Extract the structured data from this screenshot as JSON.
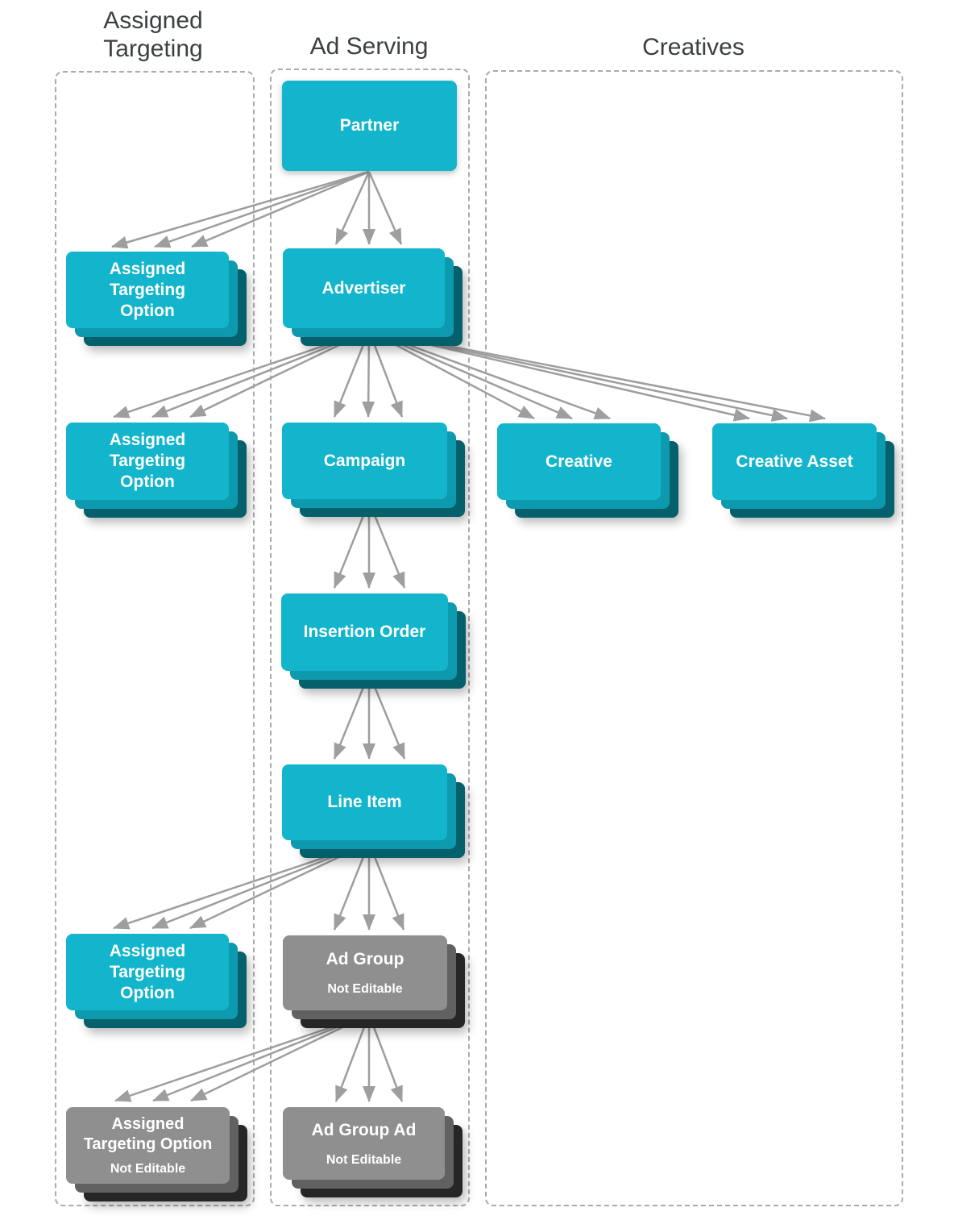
{
  "headers": {
    "assigned_targeting": "Assigned\nTargeting",
    "ad_serving": "Ad Serving",
    "creatives": "Creatives"
  },
  "nodes": {
    "partner": {
      "label": "Partner",
      "editable": true
    },
    "advertiser": {
      "label": "Advertiser",
      "editable": true
    },
    "ato_partner": {
      "label": "Assigned\nTargeting\nOption",
      "editable": true
    },
    "ato_advertiser": {
      "label": "Assigned\nTargeting\nOption",
      "editable": true
    },
    "campaign": {
      "label": "Campaign",
      "editable": true
    },
    "creative": {
      "label": "Creative",
      "editable": true
    },
    "creative_asset": {
      "label": "Creative Asset",
      "editable": true
    },
    "insertion_order": {
      "label": "Insertion Order",
      "editable": true
    },
    "line_item": {
      "label": "Line Item",
      "editable": true
    },
    "ato_line_item": {
      "label": "Assigned\nTargeting\nOption",
      "editable": true
    },
    "ad_group": {
      "label": "Ad Group",
      "note": "Not Editable",
      "editable": false
    },
    "ato_ad_group": {
      "label": "Assigned\nTargeting Option",
      "note": "Not Editable",
      "editable": false
    },
    "ad_group_ad": {
      "label": "Ad Group Ad",
      "note": "Not Editable",
      "editable": false
    }
  },
  "relationships": [
    {
      "from": "Partner",
      "to": "Advertiser",
      "cardinality": "one-to-many"
    },
    {
      "from": "Partner",
      "to": "Assigned Targeting Option",
      "cardinality": "one-to-many"
    },
    {
      "from": "Advertiser",
      "to": "Assigned Targeting Option",
      "cardinality": "one-to-many"
    },
    {
      "from": "Advertiser",
      "to": "Campaign",
      "cardinality": "one-to-many"
    },
    {
      "from": "Advertiser",
      "to": "Creative",
      "cardinality": "one-to-many"
    },
    {
      "from": "Advertiser",
      "to": "Creative Asset",
      "cardinality": "one-to-many"
    },
    {
      "from": "Campaign",
      "to": "Insertion Order",
      "cardinality": "one-to-many"
    },
    {
      "from": "Insertion Order",
      "to": "Line Item",
      "cardinality": "one-to-many"
    },
    {
      "from": "Line Item",
      "to": "Assigned Targeting Option",
      "cardinality": "one-to-many"
    },
    {
      "from": "Line Item",
      "to": "Ad Group",
      "cardinality": "one-to-many"
    },
    {
      "from": "Ad Group",
      "to": "Assigned Targeting Option (Not Editable)",
      "cardinality": "one-to-many"
    },
    {
      "from": "Ad Group",
      "to": "Ad Group Ad",
      "cardinality": "one-to-many"
    }
  ],
  "colors": {
    "entity_editable": "#12b5cb",
    "entity_editable_shadow_mid": "#0e9aae",
    "entity_editable_shadow_dark": "#04606b",
    "entity_not_editable": "#8f8f8f",
    "entity_not_editable_shadow_mid": "#616161",
    "entity_not_editable_shadow_dark": "#262626",
    "arrow": "#9e9e9e",
    "column_border": "#ababab",
    "heading_text": "#3c4043"
  }
}
